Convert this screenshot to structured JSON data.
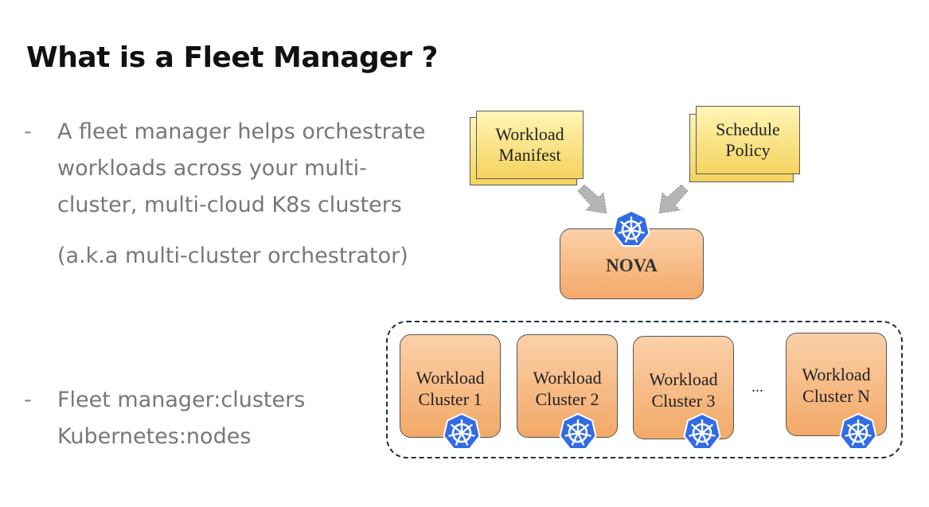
{
  "slide": {
    "title": "What is a Fleet Manager ?",
    "bullets": [
      {
        "dash": "-",
        "text": "A fleet manager helps orchestrate workloads across your multi-cluster, multi-cloud K8s clusters"
      },
      {
        "dash": "-",
        "text": "Fleet manager:clusters Kubernetes:nodes"
      }
    ],
    "aka": "(a.k.a multi-cluster orchestrator)"
  },
  "diagram": {
    "inputs": {
      "manifest_line1": "Workload",
      "manifest_line2": "Manifest",
      "policy_line1": "Schedule",
      "policy_line2": "Policy"
    },
    "orchestrator_label": "NOVA",
    "clusters": [
      {
        "line1": "Workload",
        "line2": "Cluster 1"
      },
      {
        "line1": "Workload",
        "line2": "Cluster 2"
      },
      {
        "line1": "Workload",
        "line2": "Cluster 3"
      },
      {
        "line1": "Workload",
        "line2": "Cluster N"
      }
    ],
    "ellipsis": "...",
    "icon": "kubernetes-helm-icon",
    "colors": {
      "k8s_blue": "#326ce5",
      "card_yellow": "#f7dc6f",
      "box_orange": "#f5b27a",
      "dashed_border": "#1f2d4a"
    }
  }
}
